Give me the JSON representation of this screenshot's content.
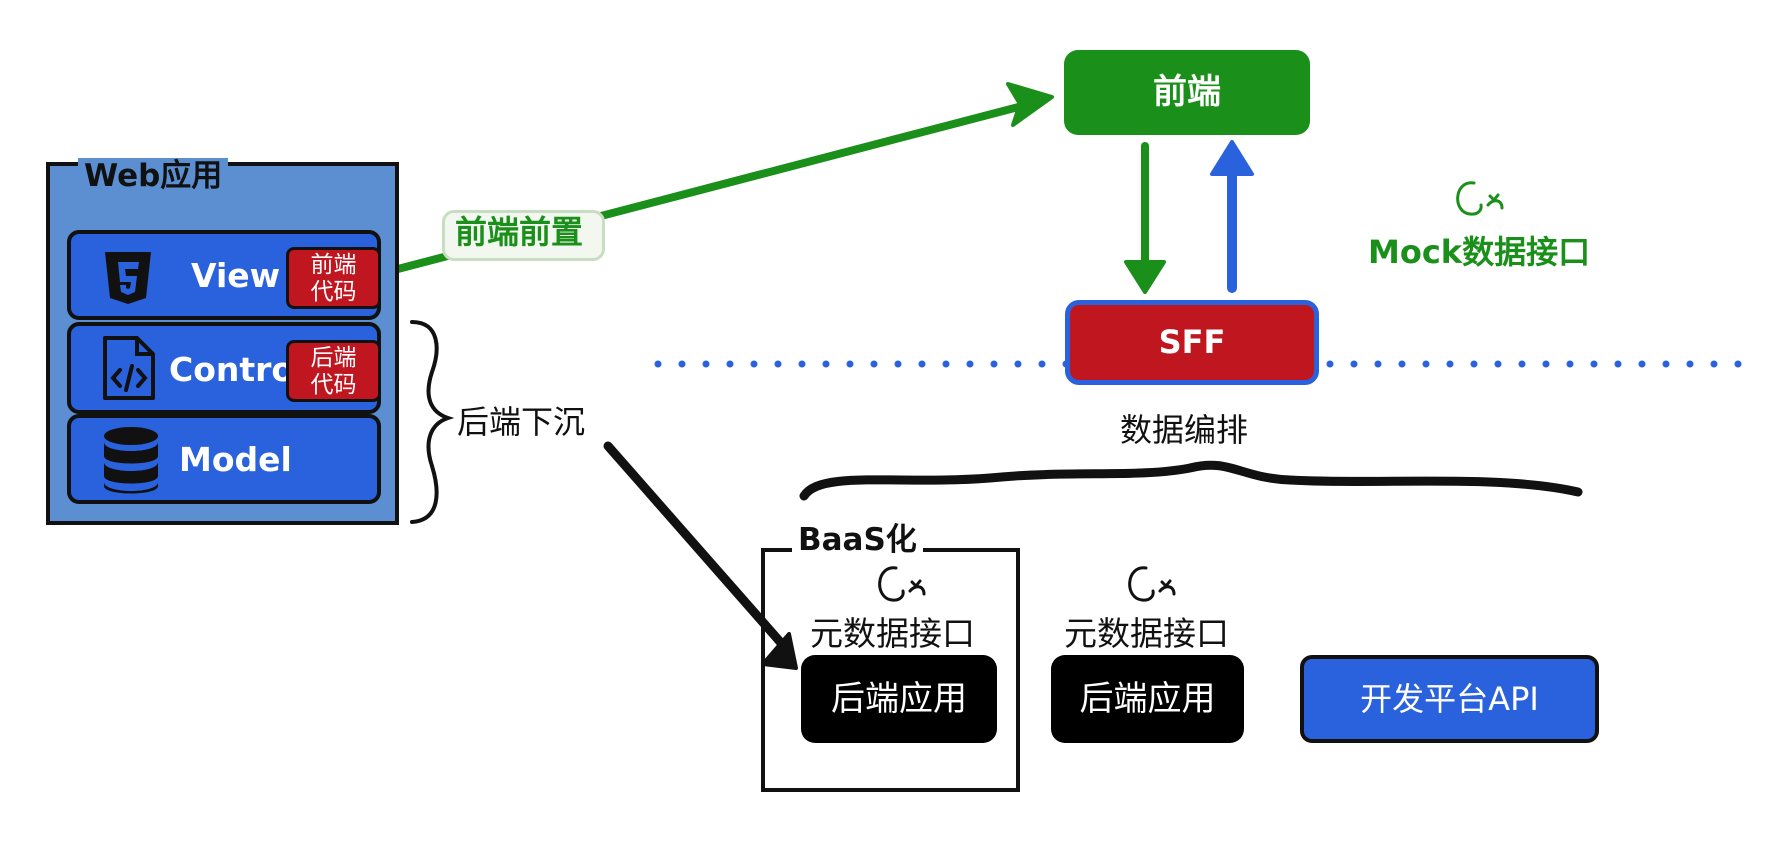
{
  "webapp": {
    "title": "Web应用",
    "view_label": "View",
    "control_label": "Control",
    "model_label": "Model",
    "frontend_code_tag": [
      "前端",
      "代码"
    ],
    "backend_code_tag": [
      "后端",
      "代码"
    ]
  },
  "edges": {
    "frontend_forward": "前端前置",
    "backend_sink": "后端下沉"
  },
  "top_right": {
    "frontend": "前端",
    "sff": "SFF",
    "mock_api": "Mock数据接口",
    "orchestration": "数据编排"
  },
  "bottom": {
    "baas_title": "BaaS化",
    "meta_api_1": "元数据接口",
    "meta_api_2": "元数据接口",
    "backend_app_1": "后端应用",
    "backend_app_2": "后端应用",
    "dev_platform_api": "开发平台API"
  },
  "colors": {
    "green": "#1a8f1a",
    "blue": "#2a62dd",
    "red": "#c0161f",
    "panel_blue": "#5b8fd1",
    "black": "#000000"
  },
  "icons": [
    "html5-icon",
    "code-file-icon",
    "database-icon",
    "api-hook-icon"
  ]
}
